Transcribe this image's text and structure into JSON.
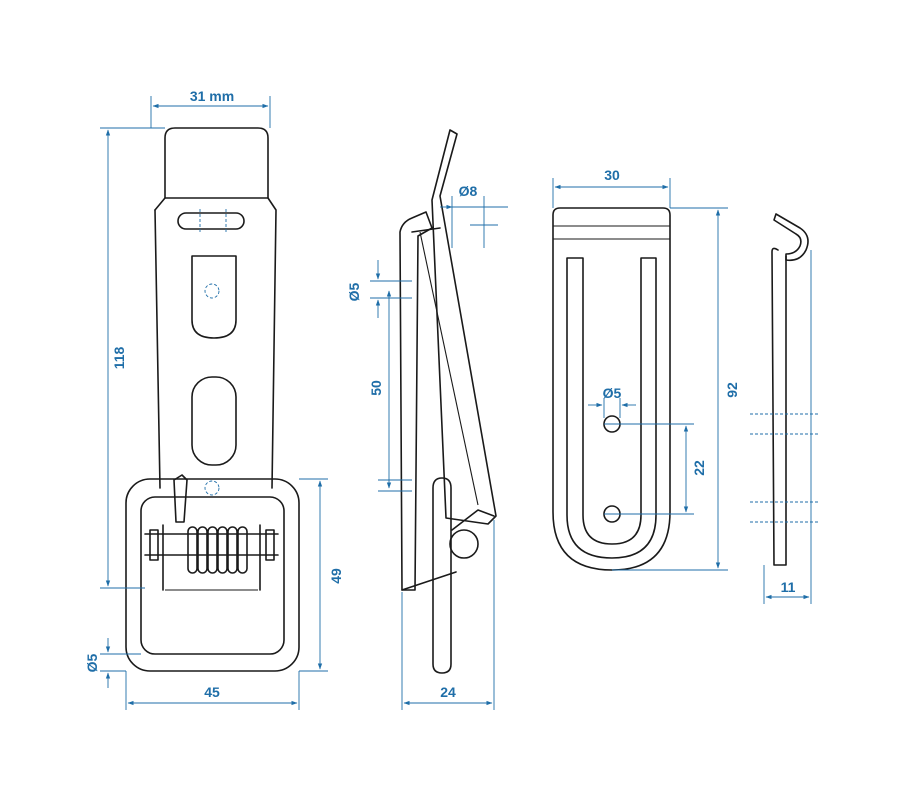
{
  "colors": {
    "outline": "#1a1a1a",
    "dimension": "#1f6ea8"
  },
  "views": {
    "front": {
      "width_label": "31 mm",
      "height_label": "118",
      "bracket_height_label": "49",
      "bracket_width_label": "45",
      "hole_label": "Ø5"
    },
    "side": {
      "hole_label": "Ø8",
      "hole2_label": "Ø5",
      "spacing_label": "50",
      "depth_label": "24"
    },
    "keeper": {
      "width_label": "30",
      "height_label": "92",
      "hole_label": "Ø5",
      "spacing_label": "22"
    },
    "keeper_side": {
      "depth_label": "11"
    }
  }
}
